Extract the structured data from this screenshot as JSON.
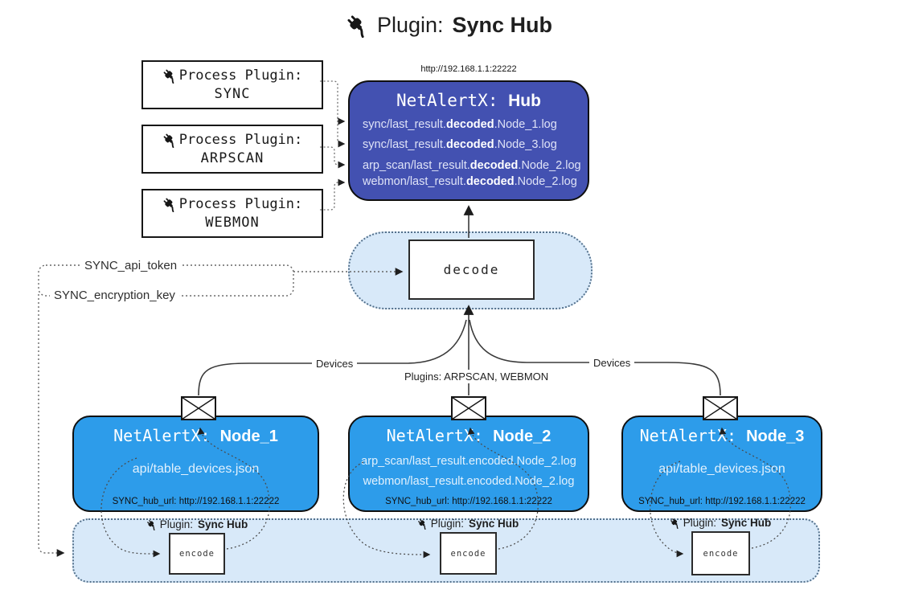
{
  "title": {
    "label": "Plugin:",
    "name": "Sync Hub"
  },
  "hub": {
    "url": "http://192.168.1.1:22222",
    "title_prefix": "NetAlertX:",
    "title_name": "Hub",
    "files": [
      {
        "pre": "sync/last_result.",
        "mid": "decoded",
        "post": ".Node_1.log"
      },
      {
        "pre": "sync/last_result.",
        "mid": "decoded",
        "post": ".Node_3.log"
      },
      {
        "pre": "arp_scan/last_result.",
        "mid": "decoded",
        "post": ".Node_2.log"
      },
      {
        "pre": "webmon/last_result.",
        "mid": "decoded",
        "post": ".Node_2.log"
      }
    ]
  },
  "process_plugins": [
    {
      "label": "Process Plugin:",
      "name": "SYNC"
    },
    {
      "label": "Process Plugin:",
      "name": "ARPSCAN"
    },
    {
      "label": "Process Plugin:",
      "name": "WEBMON"
    }
  ],
  "secrets": {
    "api_token": "SYNC_api_token",
    "encryption_key": "SYNC_encryption_key"
  },
  "decode_label": "decode",
  "edge_labels": {
    "devices_left": "Devices",
    "plugins_mid": "Plugins: ARPSCAN, WEBMON",
    "devices_right": "Devices"
  },
  "nodes": [
    {
      "title_prefix": "NetAlertX:",
      "title_name": "Node_1",
      "files": [
        "api/table_devices.json"
      ],
      "hub_url": "SYNC_hub_url: http://192.168.1.1:22222"
    },
    {
      "title_prefix": "NetAlertX:",
      "title_name": "Node_2",
      "files": [
        "arp_scan/last_result.encoded.Node_2.log",
        "webmon/last_result.encoded.Node_2.log"
      ],
      "hub_url": "SYNC_hub_url: http://192.168.1.1:22222"
    },
    {
      "title_prefix": "NetAlertX:",
      "title_name": "Node_3",
      "files": [
        "api/table_devices.json"
      ],
      "hub_url": "SYNC_hub_url: http://192.168.1.1:22222"
    }
  ],
  "encoders": [
    {
      "label": "Plugin:",
      "name": "Sync Hub",
      "box_label": "encode"
    },
    {
      "label": "Plugin:",
      "name": "Sync Hub",
      "box_label": "encode"
    },
    {
      "label": "Plugin:",
      "name": "Sync Hub",
      "box_label": "encode"
    }
  ],
  "colors": {
    "hub_fill": "#4351b1",
    "node_fill": "#2d9cea",
    "container_fill": "#d8e9f9",
    "container_border": "#54718c",
    "connector": "#555555"
  }
}
